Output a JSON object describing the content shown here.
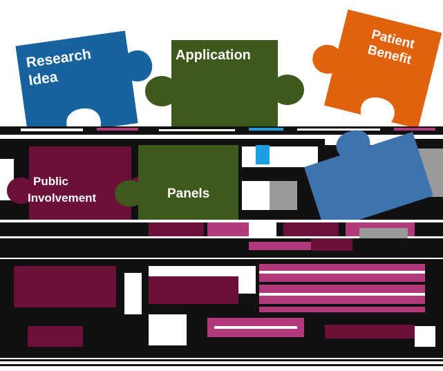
{
  "pieces": {
    "research_idea": {
      "line1": "Research",
      "line2": "Idea",
      "color": "#17639d"
    },
    "application": {
      "label": "Application",
      "color": "#3d5a1c"
    },
    "patient_benefit": {
      "line1": "Patient",
      "line2": "Benefit",
      "color": "#e0610e"
    },
    "public_involvement": {
      "line1": "Public",
      "line2": "Involvement",
      "color": "#6b1038"
    },
    "panels": {
      "label": "Panels",
      "color": "#3d5a1c"
    },
    "blue_piece": {
      "color": "#3f73b0"
    }
  },
  "palette": {
    "maroon": "#6b1038",
    "magenta": "#b23a7a",
    "green": "#3d5a1c",
    "blue": "#3f73b0",
    "cyan": "#1aa0e0",
    "black": "#111111",
    "white": "#ffffff",
    "grey": "#9a9a9a"
  }
}
